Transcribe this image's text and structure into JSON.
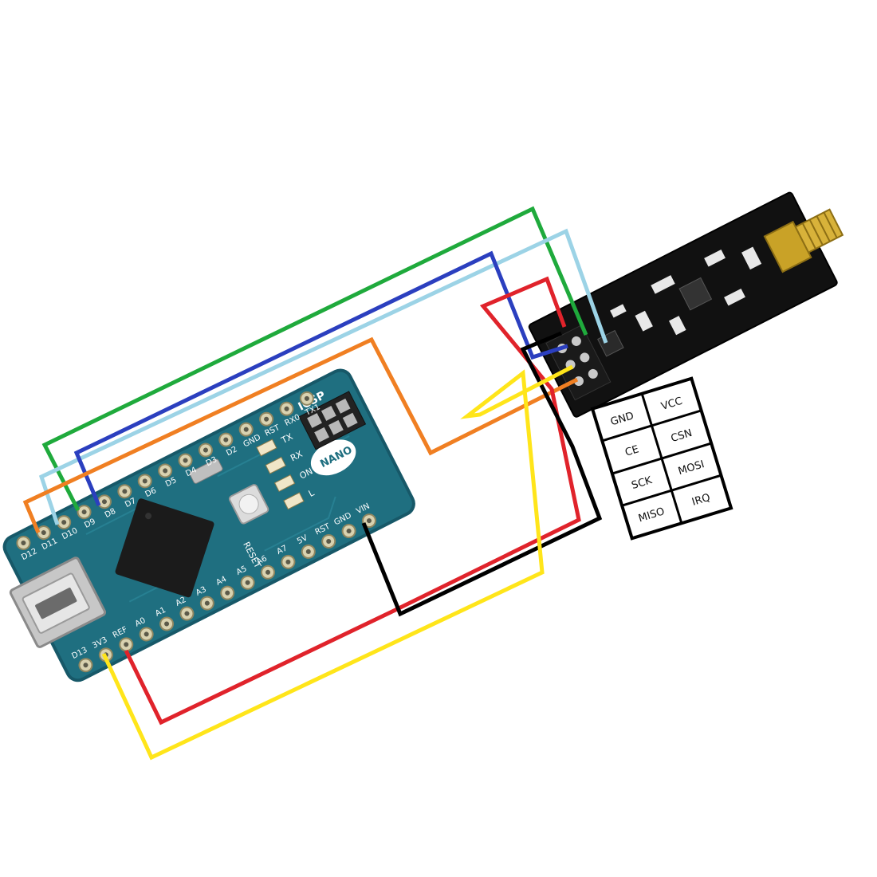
{
  "arduino": {
    "top_pins": [
      "D12",
      "D11",
      "D10",
      "D9",
      "D8",
      "D7",
      "D6",
      "D5",
      "D4",
      "D3",
      "D2",
      "GND",
      "RST",
      "RX0",
      "TX1"
    ],
    "bottom_pins": [
      "D13",
      "3V3",
      "REF",
      "A0",
      "A1",
      "A2",
      "A3",
      "A4",
      "A5",
      "A6",
      "A7",
      "5V",
      "RST",
      "GND",
      "VIN"
    ],
    "icsp_label": "ICSP",
    "nano_label": "NANO",
    "reset_label": "RESET",
    "led_labels": [
      "TX",
      "RX",
      "ON",
      "L"
    ],
    "colors": {
      "board": "#1f6f80",
      "board_edge": "#175868",
      "chip": "#1b1b1b",
      "pad": "#d9d2b0"
    }
  },
  "nrf_module": {
    "colors": {
      "board": "#111111",
      "antenna": "#c9a227"
    }
  },
  "pinout_legend": {
    "cells": [
      "GND",
      "VCC",
      "CE",
      "CSN",
      "SCK",
      "MOSI",
      "MISO",
      "IRQ"
    ]
  },
  "wires": {
    "colors": {
      "green": "#1faa3c",
      "light_blue": "#9cd3e6",
      "blue": "#2b3fbf",
      "orange": "#f07f22",
      "red": "#e0232b",
      "black": "#000000",
      "yellow": "#ffe51a"
    }
  }
}
